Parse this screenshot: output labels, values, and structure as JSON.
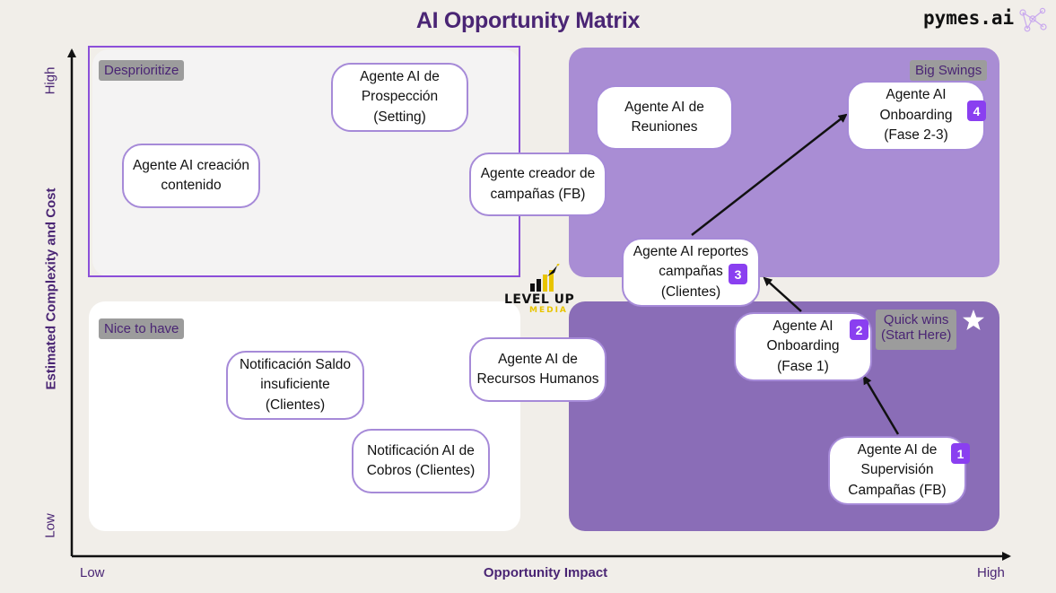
{
  "title": "AI Opportunity Matrix",
  "brand": "pymes.ai",
  "axes": {
    "y_title": "Estimated Complexity and Cost",
    "y_high": "High",
    "y_low": "Low",
    "x_title": "Opportunity Impact",
    "x_low": "Low",
    "x_high": "High"
  },
  "quadrants": {
    "top_left": "Desprioritize",
    "top_right": "Big Swings",
    "bottom_left": "Nice to have",
    "bottom_right_line1": "Quick wins",
    "bottom_right_line2": "(Start Here)"
  },
  "logo": {
    "text": "LEVEL UP",
    "sub": "MEDIA"
  },
  "nodes": {
    "prospeccion": [
      "Agente AI de",
      "Prospección",
      "(Setting)"
    ],
    "creacion_contenido": [
      "Agente AI creación",
      "contenido"
    ],
    "creador_campanas": [
      "Agente creador de",
      "campañas (FB)"
    ],
    "reuniones": [
      "Agente AI de",
      "Reuniones"
    ],
    "onboarding_23": [
      "Agente AI",
      "Onboarding",
      "(Fase 2-3)"
    ],
    "reportes": [
      "Agente AI reportes",
      "campañas",
      "(Clientes)"
    ],
    "onboarding_1": [
      "Agente AI",
      "Onboarding",
      "(Fase 1)"
    ],
    "supervision": [
      "Agente AI de",
      "Supervisión",
      "Campañas (FB)"
    ],
    "recursos_humanos": [
      "Agente AI de",
      "Recursos Humanos"
    ],
    "saldo": [
      "Notificación Saldo",
      "insuficiente",
      "(Clientes)"
    ],
    "cobros": [
      "Notificación AI de",
      "Cobros (Clientes)"
    ]
  },
  "badges": {
    "supervision": "1",
    "onboarding_1": "2",
    "reportes": "3",
    "onboarding_23": "4"
  },
  "colors": {
    "title": "#4a2574",
    "quadrant_top_right": "#a98dd4",
    "quadrant_bottom_right": "#8a6db7",
    "node_border": "#a68ad8",
    "badge": "#8a3ff0"
  }
}
